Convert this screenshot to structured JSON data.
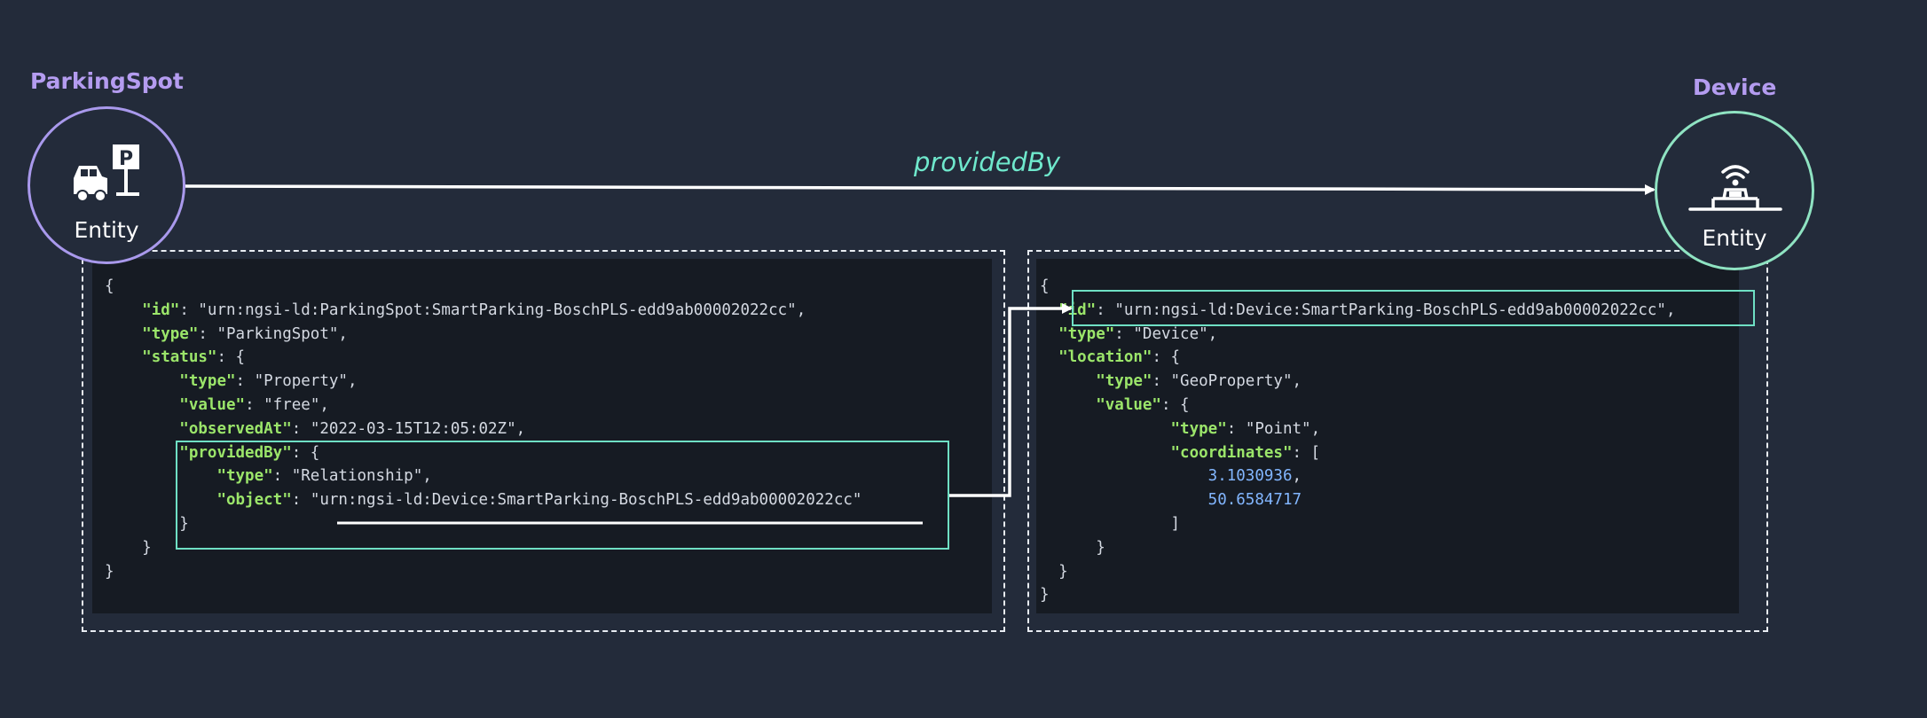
{
  "source": {
    "name": "ParkingSpot",
    "label": "Entity"
  },
  "target": {
    "name": "Device",
    "label": "Entity"
  },
  "relationship": {
    "label": "providedBy"
  },
  "code_left": {
    "l01": "{",
    "id_key": "\"id\"",
    "id_val": "\"urn:ngsi-ld:ParkingSpot:SmartParking-BoschPLS-edd9ab00002022cc\"",
    "type_key": "\"type\"",
    "type_val": "\"ParkingSpot\"",
    "status_key": "\"status\"",
    "status_type_key": "\"type\"",
    "status_type_val": "\"Property\"",
    "status_value_key": "\"value\"",
    "status_value_val": "\"free\"",
    "observed_key": "\"observedAt\"",
    "observed_val": "\"2022-03-15T12:05:02Z\"",
    "provided_key": "\"providedBy\"",
    "provided_type_key": "\"type\"",
    "provided_type_val": "\"Relationship\"",
    "provided_object_key": "\"object\"",
    "provided_object_val": "\"urn:ngsi-ld:Device:SmartParking-BoschPLS-edd9ab00002022cc\""
  },
  "code_right": {
    "id_key": "\"id\"",
    "id_val": "\"urn:ngsi-ld:Device:SmartParking-BoschPLS-edd9ab00002022cc\"",
    "type_key": "\"type\"",
    "type_val": "\"Device\"",
    "location_key": "\"location\"",
    "loc_type_key": "\"type\"",
    "loc_type_val": "\"GeoProperty\"",
    "loc_value_key": "\"value\"",
    "geo_type_key": "\"type\"",
    "geo_type_val": "\"Point\"",
    "coords_key": "\"coordinates\"",
    "coord_1": "3.1030936",
    "coord_2": "50.6584717"
  },
  "colors": {
    "background": "#232b3a",
    "code_panel": "#161b23",
    "source_accent": "#b49cf0",
    "target_accent": "#8fe3c2",
    "relationship": "#6fe8cc",
    "json_key": "#9be56a",
    "json_number": "#82b6ff"
  },
  "icons": {
    "source": "parking-car-icon",
    "target": "iot-device-icon"
  }
}
